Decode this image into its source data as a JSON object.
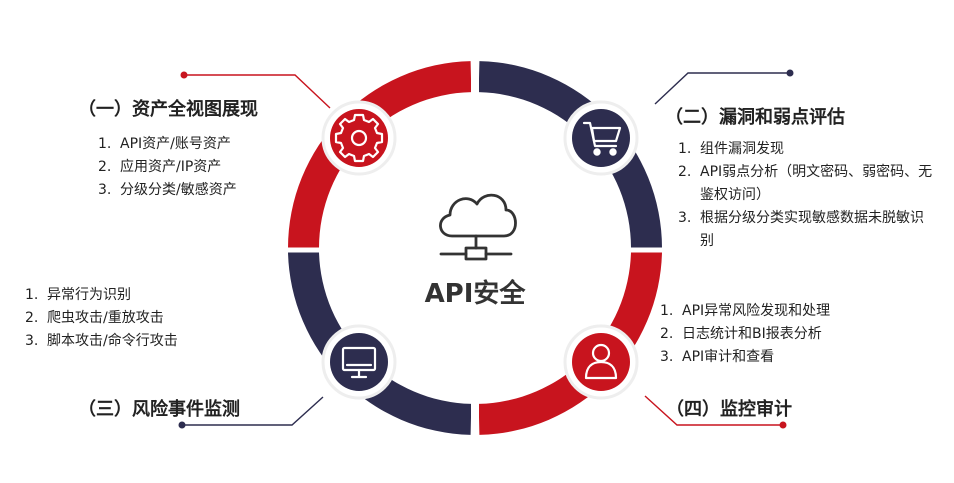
{
  "center": {
    "label": "API安全"
  },
  "colors": {
    "red": "#c8141e",
    "navy": "#2d2d4f",
    "icon_line": "#333333"
  },
  "quadrants": [
    {
      "id": "q1",
      "title": "（一）资产全视图展现",
      "icon": "gear-icon",
      "items": [
        {
          "num": "1.",
          "text": "API资产/账号资产"
        },
        {
          "num": "2.",
          "text": "应用资产/IP资产"
        },
        {
          "num": "3.",
          "text": "分级分类/敏感资产"
        }
      ]
    },
    {
      "id": "q2",
      "title": "（二）漏洞和弱点评估",
      "icon": "shopping-cart-icon",
      "items": [
        {
          "num": "1.",
          "text": "组件漏洞发现"
        },
        {
          "num": "2.",
          "text": "API弱点分析（明文密码、弱密码、无鉴权访问）"
        },
        {
          "num": "3.",
          "text": "根据分级分类实现敏感数据未脱敏识别"
        }
      ]
    },
    {
      "id": "q3",
      "title": "（三）风险事件监测",
      "icon": "monitor-icon",
      "items": [
        {
          "num": "1.",
          "text": "异常行为识别"
        },
        {
          "num": "2.",
          "text": "爬虫攻击/重放攻击"
        },
        {
          "num": "3.",
          "text": "脚本攻击/命令行攻击"
        }
      ]
    },
    {
      "id": "q4",
      "title": "（四）监控审计",
      "icon": "user-icon",
      "items": [
        {
          "num": "1.",
          "text": "API异常风险发现和处理"
        },
        {
          "num": "2.",
          "text": "日志统计和BI报表分析"
        },
        {
          "num": "3.",
          "text": "API审计和查看"
        }
      ]
    }
  ]
}
